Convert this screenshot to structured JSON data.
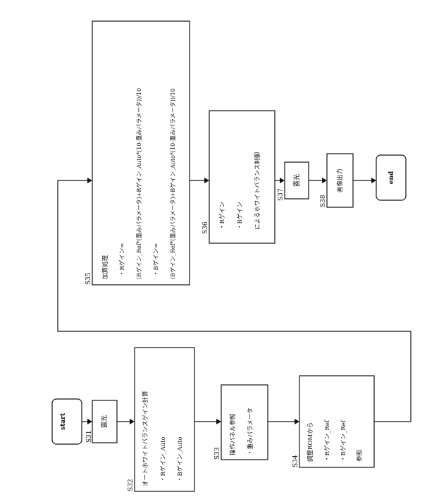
{
  "nodes": {
    "start": "start",
    "s31_label": "S31",
    "s31_text": "露光",
    "s32_label": "S32",
    "s32_lines": [
      "オートホワイトバランスゲイン計算",
      "・Rゲイン_Auto",
      "・Bゲイン_Auto"
    ],
    "s33_label": "S33",
    "s33_lines": [
      "操作パネル参照",
      "・重みパラメータ"
    ],
    "s34_label": "S34",
    "s34_lines": [
      "調整ROMから",
      "・Rゲイン_Ref",
      "・Bゲイン_Ref",
      "参照"
    ],
    "s35_label": "S35",
    "s35_lines": [
      "加算処理",
      "・Rゲイン=",
      "(Rゲイン_Ref*(重みパラメータ)+Rゲイン_Auto*(10-重みパラメータ))/10",
      "・Bゲイン=",
      "(Bゲイン_Ref*(重みパラメータ)+Bゲイン_Auto*(10-重みパラメータ))/10"
    ],
    "s36_label": "S36",
    "s36_lines": [
      "・Rゲイン",
      "・Bゲイン",
      "によるホワイトバランス制御"
    ],
    "s37_label": "S37",
    "s37_text": "露光",
    "s38_label": "S38",
    "s38_text": "画像出力",
    "end": "end"
  }
}
